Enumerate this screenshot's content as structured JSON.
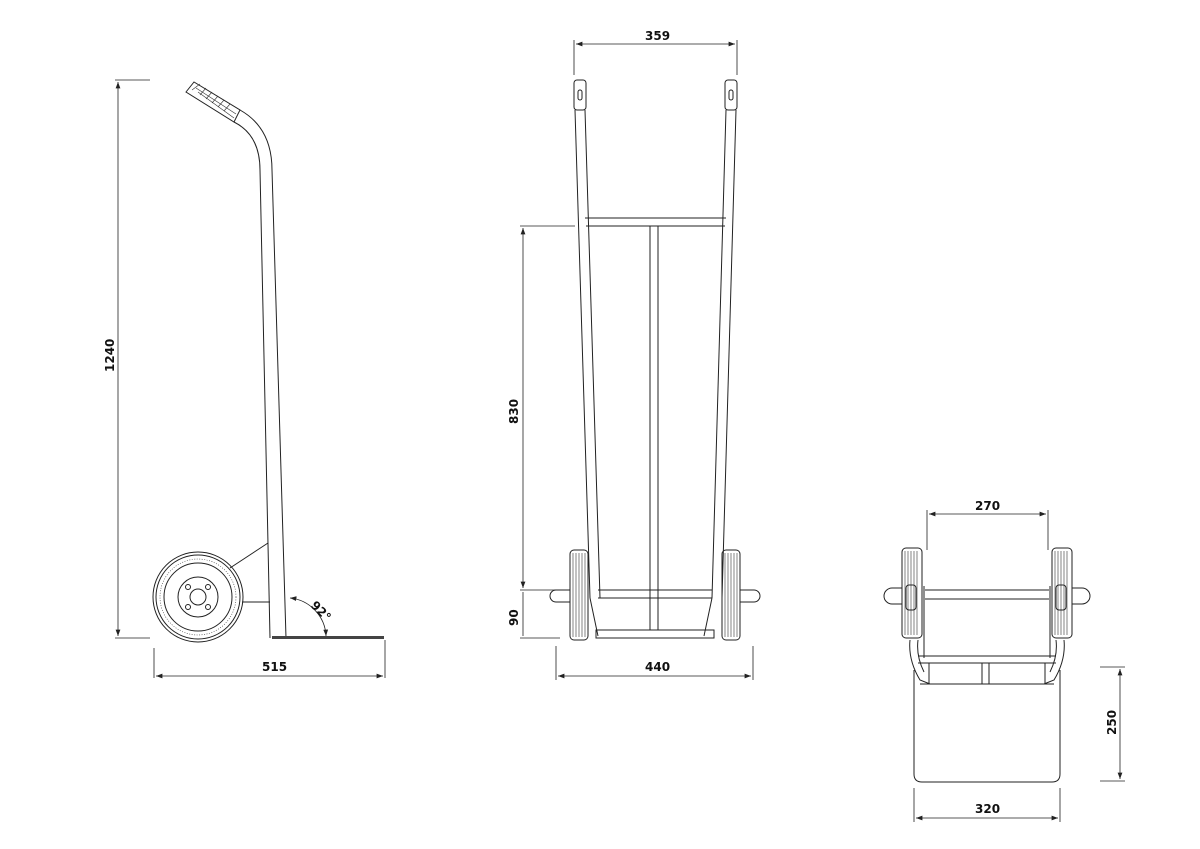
{
  "side_view": {
    "height_label": "1240",
    "length_label": "515",
    "angle_label": "92°"
  },
  "front_view": {
    "top_width_label": "359",
    "frame_height_label": "830",
    "plate_height_label": "90",
    "base_width_label": "440"
  },
  "top_view": {
    "inner_width_label": "270",
    "plate_depth_label": "250",
    "plate_width_label": "320"
  }
}
